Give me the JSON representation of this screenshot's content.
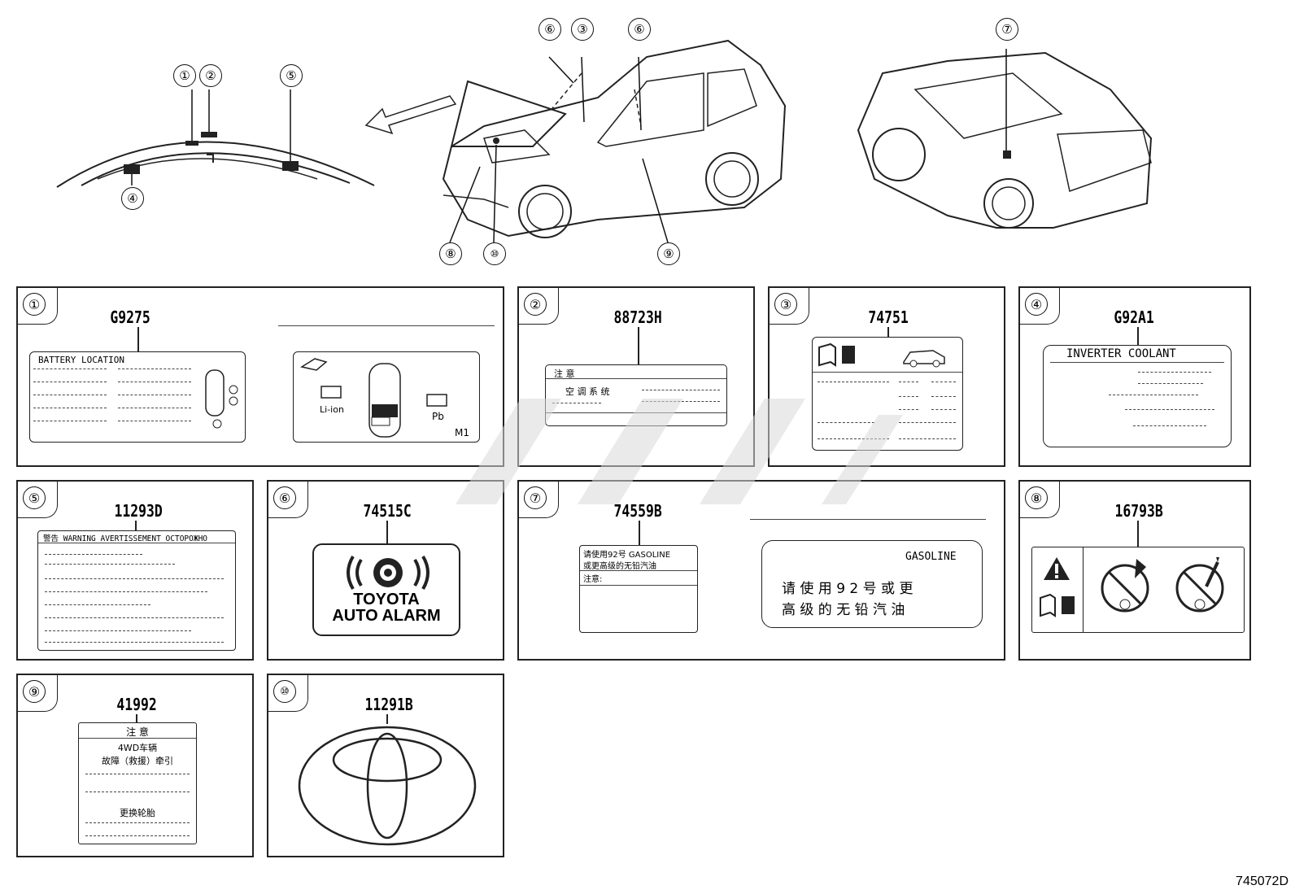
{
  "diagram_id": "745072D",
  "overview_callouts": [
    "①",
    "②",
    "③",
    "④",
    "⑤",
    "⑥",
    "⑦",
    "⑧",
    "⑨",
    "⑩"
  ],
  "panels": [
    {
      "num": "①",
      "part": "G9275"
    },
    {
      "num": "②",
      "part": "88723H"
    },
    {
      "num": "③",
      "part": "74751"
    },
    {
      "num": "④",
      "part": "G92A1"
    },
    {
      "num": "⑤",
      "part": "11293D"
    },
    {
      "num": "⑥",
      "part": "74515C"
    },
    {
      "num": "⑦",
      "part": "74559B"
    },
    {
      "num": "⑧",
      "part": "16793B"
    },
    {
      "num": "⑨",
      "part": "41992"
    },
    {
      "num": "⑩",
      "part": "11291B"
    }
  ],
  "label1": {
    "title": "BATTERY LOCATION",
    "li_ion": "Li-ion",
    "pb": "Pb",
    "m1": "M1"
  },
  "label2": {
    "warn": "注 意",
    "system": "空 调 系 统"
  },
  "label4": {
    "title": "INVERTER COOLANT"
  },
  "label5": {
    "title": "警告 WARNING AVERTISSEMENT ОСТОРОЖНО"
  },
  "label6": {
    "line1": "TOYOTA",
    "line2": "AUTO ALARM"
  },
  "label7": {
    "small_line1": "请使用92号 GASOLINE",
    "small_line2": "或更高级的无铅汽油",
    "small_note": "注意:",
    "big_head": "GASOLINE",
    "big_line1": "请 使 用 9 2 号 或 更",
    "big_line2": "高 级 的 无 铅 汽 油"
  },
  "label9": {
    "head": "注 意",
    "line1": "4WD车辆",
    "line2": "故障（救援）牵引",
    "line3": "更换轮胎"
  },
  "colors": {
    "line": "#222222",
    "watermark": "#d8d8d8",
    "bg": "#ffffff"
  }
}
